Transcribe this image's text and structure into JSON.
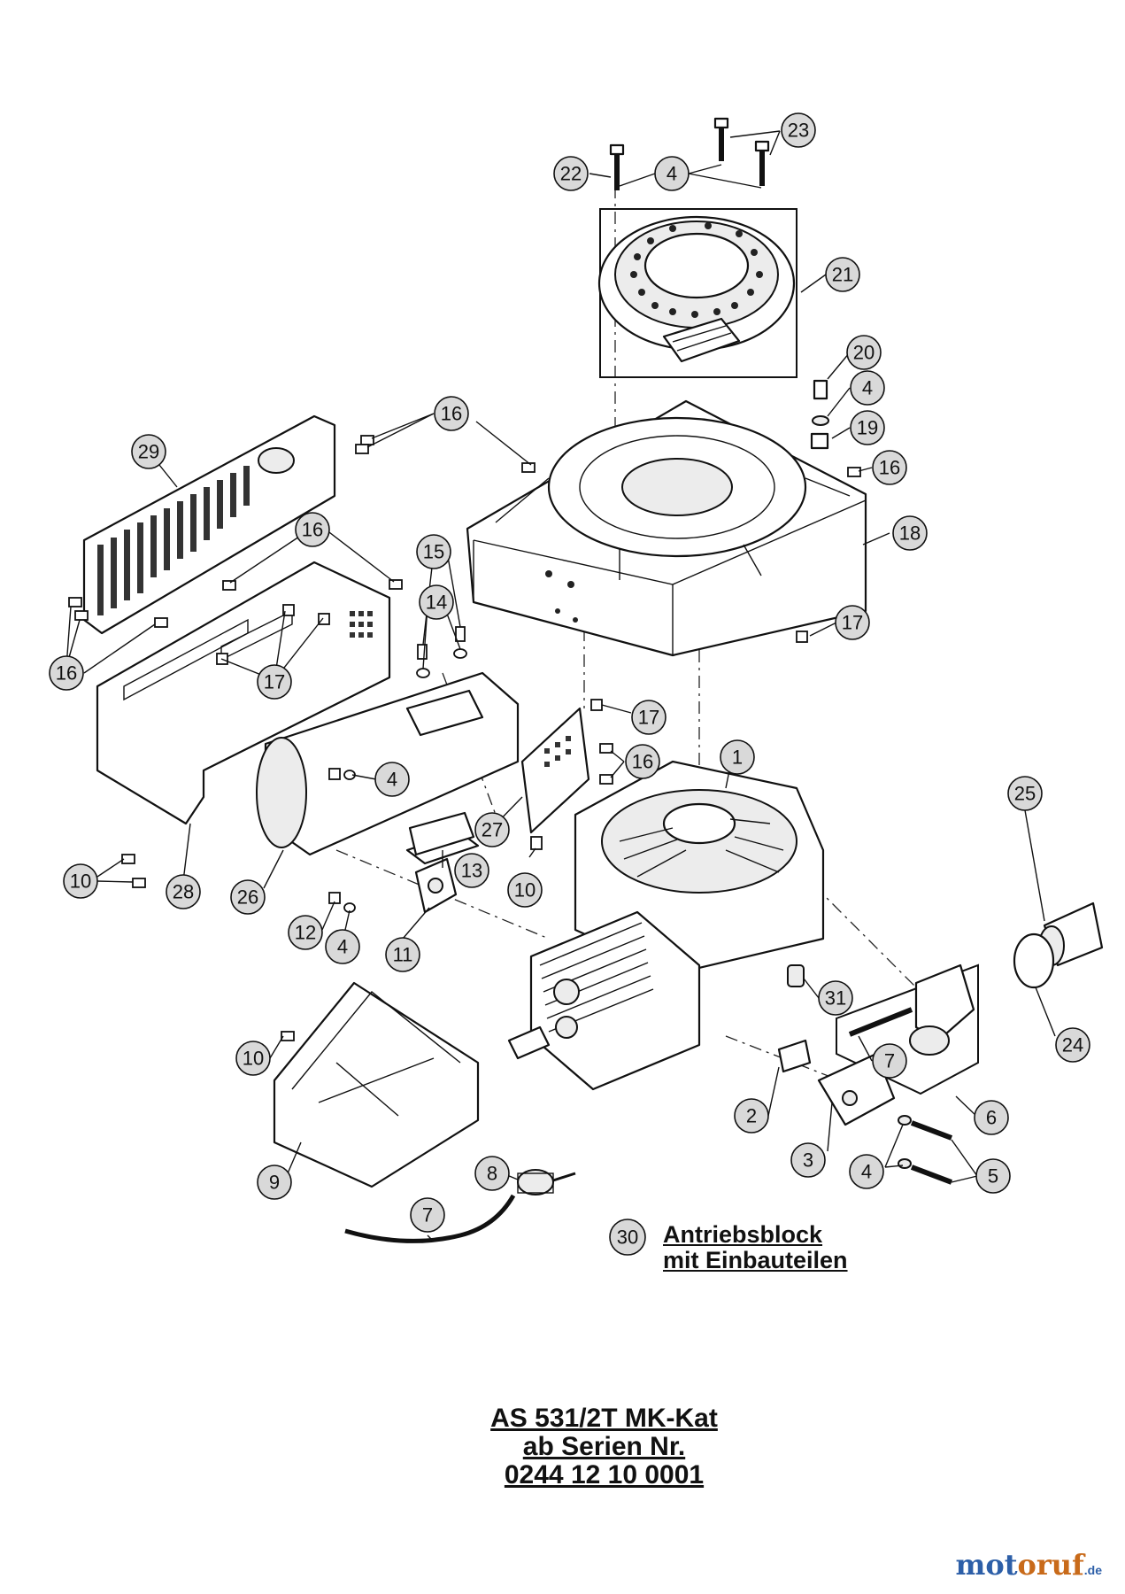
{
  "assembly": {
    "number": "30",
    "label_line1": "Antriebsblock",
    "label_line2": "mit Einbauteilen"
  },
  "title": {
    "line1": "AS 531/2T MK-Kat",
    "line2": "ab Serien Nr.",
    "line3": "0244 12 10 0001"
  },
  "brand": {
    "part1": "mot",
    "part2": "oruf",
    "tld": ".de"
  },
  "callouts": [
    {
      "id": "c23",
      "label": "23"
    },
    {
      "id": "c22",
      "label": "22"
    },
    {
      "id": "c4a",
      "label": "4"
    },
    {
      "id": "c21",
      "label": "21"
    },
    {
      "id": "c20",
      "label": "20"
    },
    {
      "id": "c4b",
      "label": "4"
    },
    {
      "id": "c19",
      "label": "19"
    },
    {
      "id": "c16a",
      "label": "16"
    },
    {
      "id": "c29",
      "label": "29"
    },
    {
      "id": "c16b",
      "label": "16"
    },
    {
      "id": "c18",
      "label": "18"
    },
    {
      "id": "c16c",
      "label": "16"
    },
    {
      "id": "c15",
      "label": "15"
    },
    {
      "id": "c14",
      "label": "14"
    },
    {
      "id": "c17a",
      "label": "17"
    },
    {
      "id": "c16d",
      "label": "16"
    },
    {
      "id": "c17b",
      "label": "17"
    },
    {
      "id": "c17c",
      "label": "17"
    },
    {
      "id": "c16e",
      "label": "16"
    },
    {
      "id": "c1",
      "label": "1"
    },
    {
      "id": "c4c",
      "label": "4"
    },
    {
      "id": "c27",
      "label": "27"
    },
    {
      "id": "c10a",
      "label": "10"
    },
    {
      "id": "c28",
      "label": "28"
    },
    {
      "id": "c26",
      "label": "26"
    },
    {
      "id": "c13",
      "label": "13"
    },
    {
      "id": "c10b",
      "label": "10"
    },
    {
      "id": "c25",
      "label": "25"
    },
    {
      "id": "c12",
      "label": "12"
    },
    {
      "id": "c4d",
      "label": "4"
    },
    {
      "id": "c11",
      "label": "11"
    },
    {
      "id": "c31",
      "label": "31"
    },
    {
      "id": "c24",
      "label": "24"
    },
    {
      "id": "c10c",
      "label": "10"
    },
    {
      "id": "c7a",
      "label": "7"
    },
    {
      "id": "c2",
      "label": "2"
    },
    {
      "id": "c6",
      "label": "6"
    },
    {
      "id": "c3",
      "label": "3"
    },
    {
      "id": "c4e",
      "label": "4"
    },
    {
      "id": "c5",
      "label": "5"
    },
    {
      "id": "c9",
      "label": "9"
    },
    {
      "id": "c8",
      "label": "8"
    },
    {
      "id": "c7b",
      "label": "7"
    }
  ]
}
